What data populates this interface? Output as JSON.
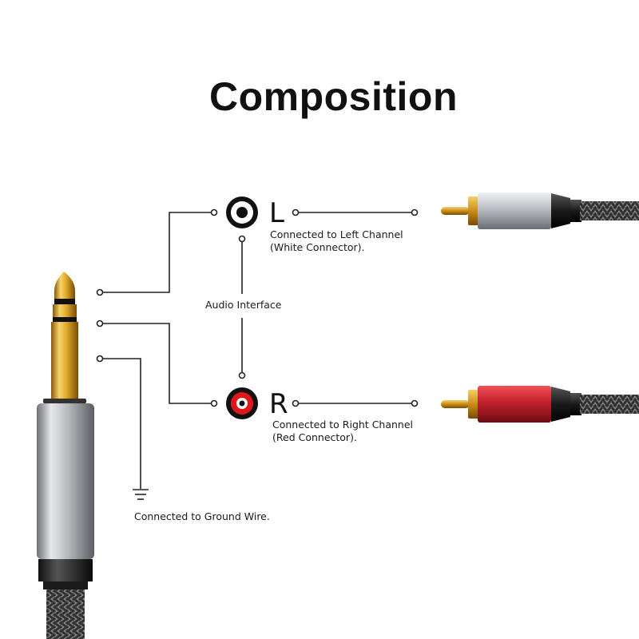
{
  "title": "Composition",
  "channels": {
    "left": {
      "letter": "L",
      "line1": "Connected to Left Channel",
      "line2": "(White Connector).",
      "color": "#ffffff"
    },
    "right": {
      "letter": "R",
      "line1": "Connected to Right Channel",
      "line2": "(Red Connector).",
      "color": "#e0161b"
    }
  },
  "center_label": "Audio Interface",
  "ground_label": "Connected to Ground Wire.",
  "colors": {
    "line": "#222222",
    "gold": "#d9a21e",
    "silver": "#b9bcc0",
    "red_plug": "#c8202a",
    "cable": "#3a3a3a"
  }
}
